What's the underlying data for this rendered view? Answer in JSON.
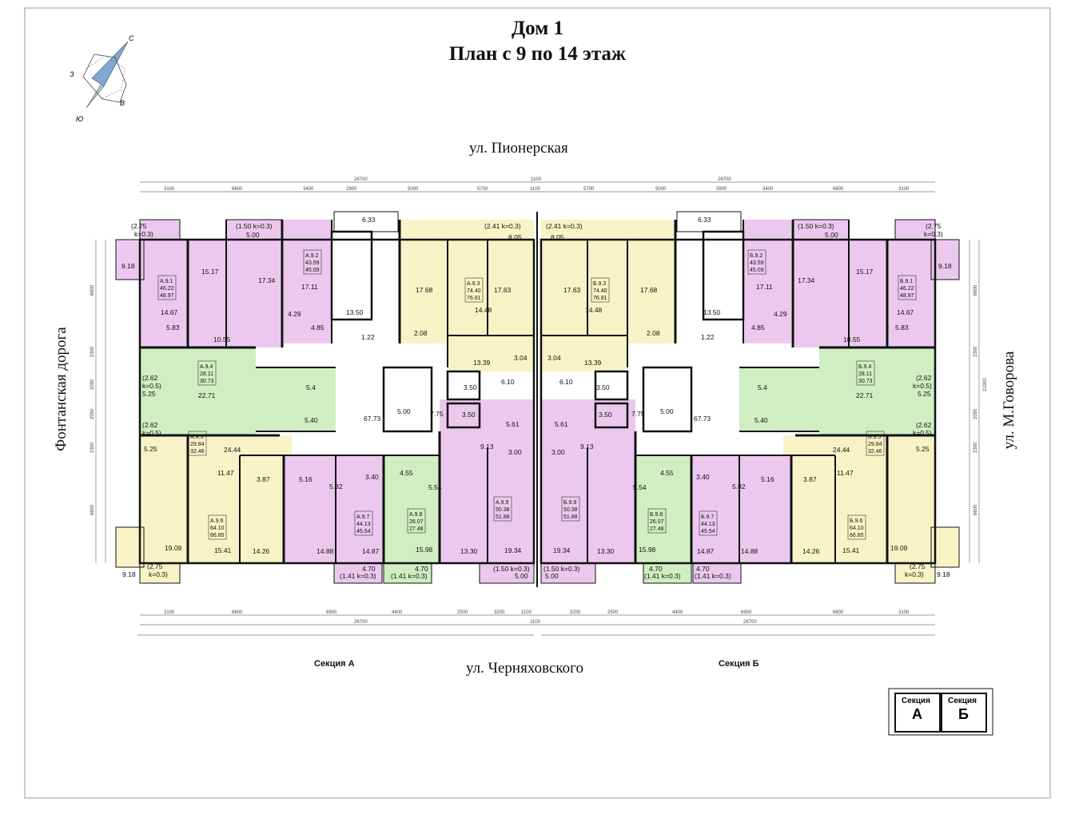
{
  "title_line1": "Дом 1",
  "title_line2": "План с 9 по 14 этаж",
  "streets": {
    "top": "ул. Пионерская",
    "bottom": "ул. Черняховского",
    "left": "Фонтанская дорога",
    "right": "ул. М.Говорова"
  },
  "compass": {
    "n": "С",
    "s": "Ю",
    "e": "В",
    "w": "З"
  },
  "section_captions": {
    "a": "Секция А",
    "b": "Секция Б"
  },
  "key_plan": {
    "a_word": "Секция",
    "a_letter": "А",
    "b_word": "Секция",
    "b_letter": "Б"
  },
  "dimensions": {
    "total": "26700",
    "joint": "1100",
    "top_a": [
      "3100",
      "6600",
      "3400",
      "2900",
      "5000",
      "5700"
    ],
    "top_b": [
      "5700",
      "5000",
      "2900",
      "3400",
      "6600",
      "3100"
    ],
    "bottom_a": [
      "3100",
      "6600",
      "6900",
      "4400",
      "2500",
      "3200"
    ],
    "bottom_b": [
      "3200",
      "2500",
      "4400",
      "6900",
      "6600",
      "3100"
    ],
    "side": [
      "6600",
      "2300",
      "21900",
      "2050",
      "2050",
      "2300",
      "6600"
    ]
  },
  "colors": {
    "pink": "#ecc8ef",
    "green": "#cfeec1",
    "yellow": "#f8f3c6",
    "wall": "#111111",
    "dim": "#777777"
  },
  "apartments": {
    "a9_1": [
      "А.9.1",
      "46.22",
      "48.97"
    ],
    "a9_2": [
      "А.9.2",
      "43.59",
      "45.09"
    ],
    "a9_3": [
      "А.9.3",
      "74.40",
      "76.81"
    ],
    "a9_4": [
      "А.9.4",
      "28.11",
      "30.73"
    ],
    "a9_5": [
      "А.9.5",
      "29.84",
      "32.46"
    ],
    "a9_6": [
      "А.9.6",
      "64.10",
      "66.85"
    ],
    "a9_7": [
      "А.9.7",
      "44.13",
      "45.54"
    ],
    "a9_8": [
      "А.9.8",
      "26.07",
      "27.48"
    ],
    "a9_9": [
      "А.9.9",
      "50.38",
      "51.88"
    ],
    "b9_1": [
      "Б.9.1",
      "46.22",
      "48.97"
    ],
    "b9_2": [
      "Б.9.2",
      "43.59",
      "45.09"
    ],
    "b9_3": [
      "Б.9.3",
      "74.40",
      "76.81"
    ],
    "b9_4": [
      "Б.9.4",
      "28.11",
      "30.73"
    ],
    "b9_5": [
      "Б.9.5",
      "29.84",
      "32.46"
    ],
    "b9_6": [
      "Б.9.6",
      "64.10",
      "66.85"
    ],
    "b9_7": [
      "Б.9.7",
      "44.13",
      "45.54"
    ],
    "b9_8": [
      "Б.9.8",
      "26.07",
      "27.48"
    ],
    "b9_9": [
      "Б.9.9",
      "50.38",
      "51.88"
    ]
  },
  "rooms_a": {
    "balc_tl_k": "(2.75",
    "balc_tl_k2": "k=0.3)",
    "r918a": "9.18",
    "r1517": "15.17",
    "balc_150a": "(1.50 k=0.3)",
    "r500a": "5.00",
    "r1734": "17.34",
    "r1711": "17.11",
    "r633": "6.33",
    "balc_241": "(2.41 k=0.3)",
    "r805": "8.05",
    "r1768": "17.68",
    "r1448": "14.48",
    "r1763": "17.63",
    "r1467": "14.67",
    "r583": "5.83",
    "r429": "4.29",
    "r485": "4.85",
    "r1350": "13.50",
    "r1055": "10.55",
    "r122": "1.22",
    "r208": "2.08",
    "r1339": "13.39",
    "r304": "3.04",
    "r610": "6.10",
    "b262a": "(2.62",
    "b262a2": "k=0.5)",
    "r525a": "5.25",
    "r2271": "22.71",
    "r54": "5.4",
    "r350a": "3.50",
    "r350b": "3.50",
    "r540": "5.40",
    "r6773": "67.73",
    "r500c": "5.00",
    "r775": "7.75",
    "r561": "5.61",
    "b262b": "(2.62",
    "b262b2": "k=0.5)",
    "r525b": "5.25",
    "r2444": "24.44",
    "r913": "9.13",
    "r300": "3.00",
    "r1147": "11.47",
    "r387": "3.87",
    "r516": "5.16",
    "r582": "5.82",
    "r340": "3.40",
    "r455": "4.55",
    "r554": "5.54",
    "r1909": "19.09",
    "r1541": "15.41",
    "r1426": "14.26",
    "r1488": "14.88",
    "r1487": "14.87",
    "r1598": "15.98",
    "r1330": "13.30",
    "r1934": "19.34",
    "balc_bl": "(2.75",
    "balc_bl2": "k=0.3)",
    "r918b": "9.18",
    "r470a": "4.70",
    "b141a": "(1.41 k=0.3)",
    "r470b": "4.70",
    "b141b": "(1.41 k=0.3)",
    "b150c": "(1.50 k=0.3)",
    "r500d": "5.00"
  }
}
